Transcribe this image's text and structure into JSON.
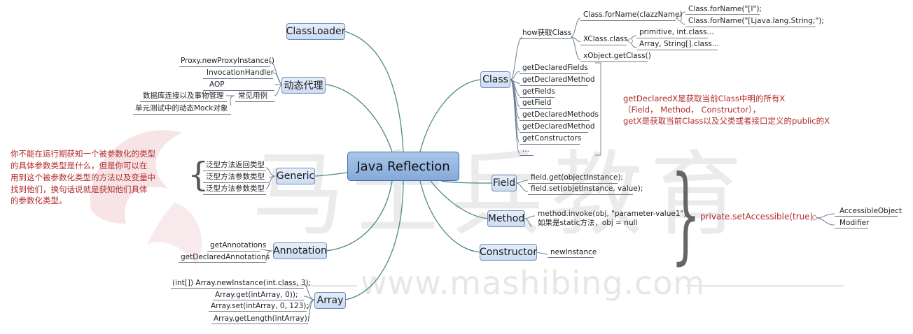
{
  "central": "Java Reflection",
  "nodes": {
    "classloader": "ClassLoader",
    "proxy": "动态代理",
    "generic": "Generic",
    "annotation": "Annotation",
    "array": "Array",
    "class": "Class",
    "field": "Field",
    "method": "Method",
    "constructor": "Constructor"
  },
  "proxy": {
    "new_proxy_instance": "Proxy.newProxyInstance()",
    "invocation_handler": "InvocationHandler",
    "aop": "AOP",
    "usage": "常见用例",
    "db": "数据库连接以及事物管理",
    "mock": "单元测试中的动态Mock对象"
  },
  "generic": {
    "items": [
      "泛型方法返回类型",
      "泛型方法参数类型",
      "泛型方法参数类型"
    ],
    "note": [
      "你不能在运行期获知一个被参数化的类型",
      "的具体参数类型是什么，但是你可以在",
      "用到这个被参数化类型的方法以及变量中",
      "找到他们，换句话说就是获知他们具体",
      " 的参数化类型。"
    ]
  },
  "annotation": {
    "items": [
      "getAnnotations",
      "getDeclaredAnnotations"
    ]
  },
  "array": {
    "items": [
      "(int[]) Array.newInstance(int.class, 3);",
      "Array.get(intArray, 0));",
      "Array.set(intArray, 0, 123);",
      "Array.getLength(intArray);"
    ]
  },
  "class": {
    "how_label": "how获取Class",
    "forname": "Class.forName(clazzName)",
    "forname_i": "Class.forName(\"[I\");",
    "forname_str": "Class.forName(\"[Ljava.lang.String;\");",
    "xclass": "XClass.class",
    "primitive": "primitive, int.class...",
    "array_class": "Array, String[].class...",
    "getclass": "xObject.getClass()",
    "methods": [
      "getDeclaredFields",
      "getDeclaredMethod",
      "getFields",
      "getField",
      "getDeclaredMethods",
      "getDeclaredMethod",
      "getConstructors",
      "..."
    ],
    "note": [
      "getDeclaredX是获取当前Class中明的所有X",
      "（Field， Method， Constructor），",
      "getX是获取当前Class以及父类或者接口定义的public的X"
    ]
  },
  "field": {
    "items": [
      "field.get(objectInstance);",
      "field.set(objetInstance, value);"
    ]
  },
  "method": {
    "items": [
      "method.invoke(obj, \"parameter-value1\");",
      "如果是static方法，obj = null"
    ]
  },
  "constructor": {
    "items": [
      "newInstance"
    ]
  },
  "accessible": {
    "label": "private.setAccessible(true);",
    "items": [
      "AccessibleObject",
      "Modifier"
    ]
  },
  "watermark": {
    "cn": "马士兵教育",
    "url": "www.mashibing.com"
  },
  "colors": {
    "node_fill": "#d6e3f5",
    "node_border": "#6e8cb8",
    "central_fill": "#96b6e0",
    "link": "#4a8a86",
    "note_red": "#b32a2a"
  }
}
